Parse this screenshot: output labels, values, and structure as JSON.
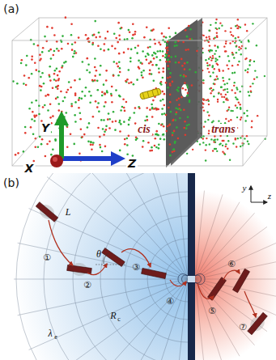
{
  "diagram": {
    "labels": [
      "(a)",
      "cis",
      "trans",
      "X",
      "Y",
      "Z",
      "(b)",
      "y",
      "z",
      "L",
      "θ",
      "①",
      "②",
      "③",
      "④",
      "R",
      "c",
      "λ",
      "e",
      "⑤",
      "⑥",
      "⑦"
    ]
  }
}
